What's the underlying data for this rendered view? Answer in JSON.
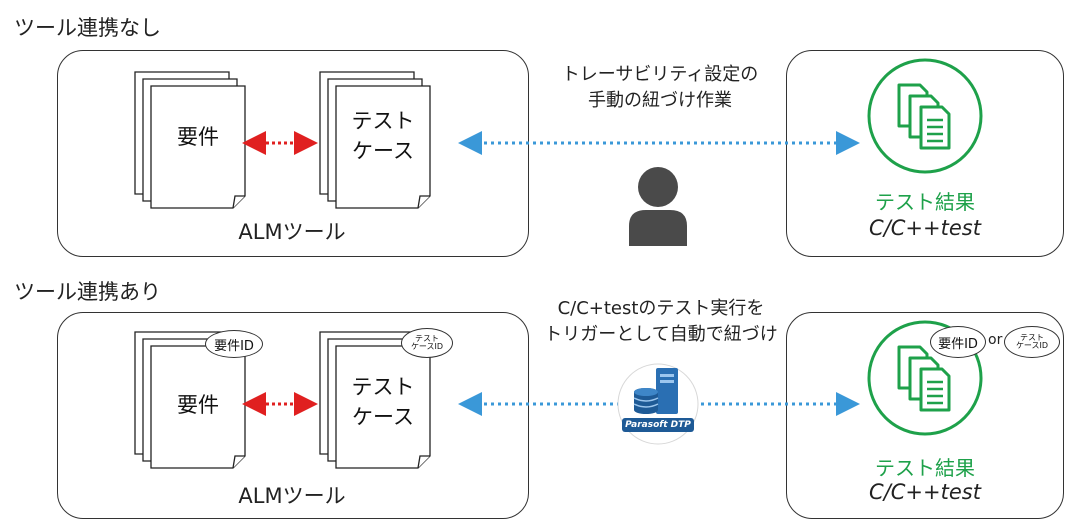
{
  "top": {
    "title": "ツール連携なし",
    "alm_label": "ALMツール",
    "doc1": "要件",
    "doc2_line1": "テスト",
    "doc2_line2": "ケース",
    "caption_line1": "トレーサビリティ設定の",
    "caption_line2": "手動の紐づけ作業",
    "result_title": "テスト結果",
    "result_sub_prefix": "C/C++",
    "result_sub_suffix": "test"
  },
  "bottom": {
    "title": "ツール連携あり",
    "alm_label": "ALMツール",
    "doc1": "要件",
    "doc2_line1": "テスト",
    "doc2_line2": "ケース",
    "tag_req": "要件ID",
    "tag_tc_line1": "テスト",
    "tag_tc_line2": "ケースID",
    "caption_line1": "C/C+testのテスト実行を",
    "caption_line2": "トリガーとして自動で紐づけ",
    "server_label": "Parasoft DTP",
    "result_title": "テスト結果",
    "result_sub_prefix": "C/C++",
    "result_sub_suffix": "test",
    "result_tag_req": "要件ID",
    "or_text": "or",
    "result_tag_tc_line1": "テスト",
    "result_tag_tc_line2": "ケースID"
  },
  "colors": {
    "green": "#1ea14a",
    "red_arrow": "#e02020",
    "blue_arrow": "#3a98d8",
    "person": "#4a4a4a",
    "server": "#1e5a96"
  }
}
